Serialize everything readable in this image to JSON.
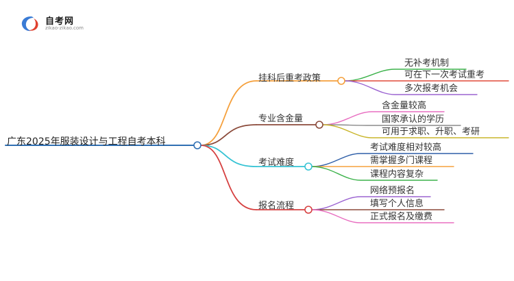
{
  "logo": {
    "name": "自考网",
    "url": "zikao-zikao.com",
    "colors": {
      "blue": "#3a7bd5",
      "red": "#e0412f"
    }
  },
  "root": {
    "label": "广东2025年服装设计与工程自考本科",
    "color": "#2f6fb3"
  },
  "branches": [
    {
      "label": "挂科后重考政策",
      "color": "#f5a03c",
      "leaves": [
        {
          "label": "无补考机制",
          "color": "#3bb24a"
        },
        {
          "label": "可在下一次考试重考",
          "color": "#e04a3a"
        },
        {
          "label": "多次报考机会",
          "color": "#9b63d1"
        }
      ]
    },
    {
      "label": "专业含金量",
      "color": "#8b4a3a",
      "leaves": [
        {
          "label": "含金量较高",
          "color": "#e86fc1"
        },
        {
          "label": "国家承认的学历",
          "color": "#8a8a8a"
        },
        {
          "label": "可用于求职、升职、考研",
          "color": "#c9b52a"
        }
      ]
    },
    {
      "label": "考试难度",
      "color": "#35c3d4",
      "leaves": [
        {
          "label": "考试难度相对较高",
          "color": "#2f5fa8"
        },
        {
          "label": "需掌握多门课程",
          "color": "#f5a03c"
        },
        {
          "label": "课程内容复杂",
          "color": "#3bb24a"
        }
      ]
    },
    {
      "label": "报名流程",
      "color": "#d64040",
      "leaves": [
        {
          "label": "网络预报名",
          "color": "#9b63d1"
        },
        {
          "label": "填写个人信息",
          "color": "#8b4a3a"
        },
        {
          "label": "正式报名及缴费",
          "color": "#e86fc1"
        }
      ]
    }
  ]
}
